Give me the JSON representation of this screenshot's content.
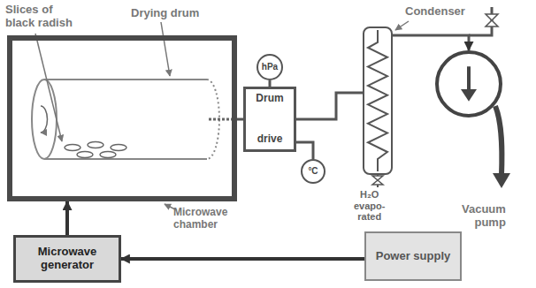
{
  "diagram": {
    "nodes": [
      {
        "text": [
          "Microwave chamber"
        ]
      },
      {
        "text": [
          "Drum",
          "drive"
        ]
      },
      {
        "text": [
          "hPa"
        ]
      },
      {
        "text": [
          "°C"
        ]
      },
      {
        "text": [
          "Condenser"
        ]
      },
      {
        "text": [
          "Vacuum pump"
        ]
      },
      {
        "text": [
          "Microwave generator"
        ]
      },
      {
        "text": [
          "Power supply"
        ]
      }
    ],
    "edges": [
      {
        "from": 0,
        "to": 1,
        "arrow": "none"
      },
      {
        "from": 1,
        "to": 2,
        "arrow": "none"
      },
      {
        "from": 1,
        "to": 3,
        "arrow": "none"
      },
      {
        "from": 1,
        "to": 4,
        "arrow": "none"
      },
      {
        "from": 4,
        "to": 5,
        "arrow": "to"
      },
      {
        "from": 6,
        "to": 0,
        "arrow": "to"
      },
      {
        "from": 7,
        "to": 6,
        "arrow": "to"
      }
    ],
    "labels": [
      "Slices of black radish",
      "Drying drum",
      "H₂O evapo- rated"
    ]
  }
}
